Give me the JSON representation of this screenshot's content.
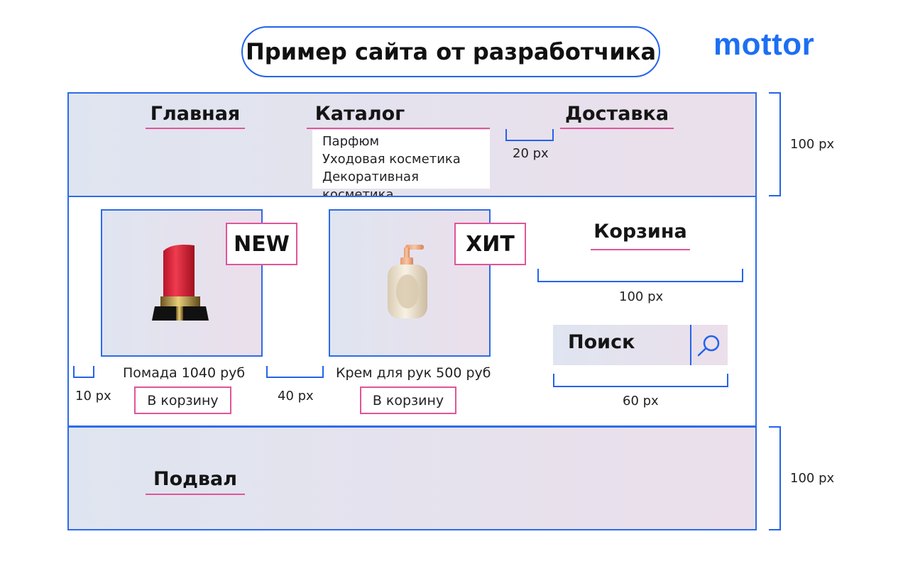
{
  "title": "Пример сайта от разработчика",
  "logo": "mottor",
  "colors": {
    "accent_blue": "#2463eb",
    "accent_pink": "#e0559a"
  },
  "header": {
    "nav": [
      "Главная",
      "Каталог",
      "Доставка"
    ],
    "catalog_dropdown": [
      "Парфюм",
      "Уходовая косметика",
      "Декоративная косметика"
    ],
    "nav_gap_label": "20 px",
    "height_label": "100 px"
  },
  "main": {
    "products": [
      {
        "tag": "NEW",
        "caption": "Помада 1040 руб",
        "button": "В корзину",
        "icon": "lipstick-icon"
      },
      {
        "tag": "ХИТ",
        "caption": "Крем для рук 500 руб",
        "button": "В корзину",
        "icon": "lotion-bottle-icon"
      }
    ],
    "left_margin_label": "10 px",
    "product_gap_label": "40 px",
    "cart": {
      "label": "Корзина",
      "width_label": "100 px"
    },
    "search": {
      "label": "Поиск",
      "icon": "search-icon",
      "width_label": "60 px"
    }
  },
  "footer": {
    "label": "Подвал",
    "height_label": "100 px"
  }
}
